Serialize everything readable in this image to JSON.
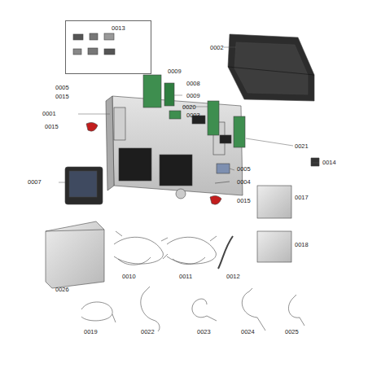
{
  "diagram": {
    "nodes": [
      {
        "text": [
          "0013"
        ]
      }
    ],
    "labels": [
      "0002",
      "0009",
      "0005",
      "0015",
      "0008",
      "0001",
      "0009",
      "0003",
      "0020",
      "0015",
      "0021",
      "0014",
      "0005",
      "0007",
      "0004",
      "0015",
      "0017",
      "0018",
      "0012",
      "0010",
      "0011",
      "0026",
      "0019",
      "0022",
      "0023",
      "0024",
      "0025"
    ]
  }
}
